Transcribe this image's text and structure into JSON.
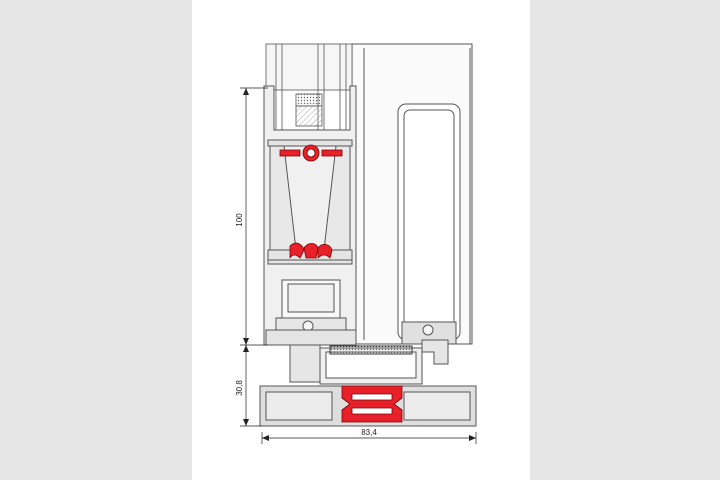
{
  "drawing": {
    "dimensions": {
      "vertical_upper": "100",
      "vertical_lower": "30,8",
      "horizontal": "83,4"
    }
  },
  "colors": {
    "background_side": "#e6e6e6",
    "sheet": "#ffffff",
    "profile_fill": "#dcdcdc",
    "profile_stroke": "#555555",
    "gasket": "#e8202a",
    "glass_fill": "#f4f4f4",
    "brush": "#444444"
  }
}
